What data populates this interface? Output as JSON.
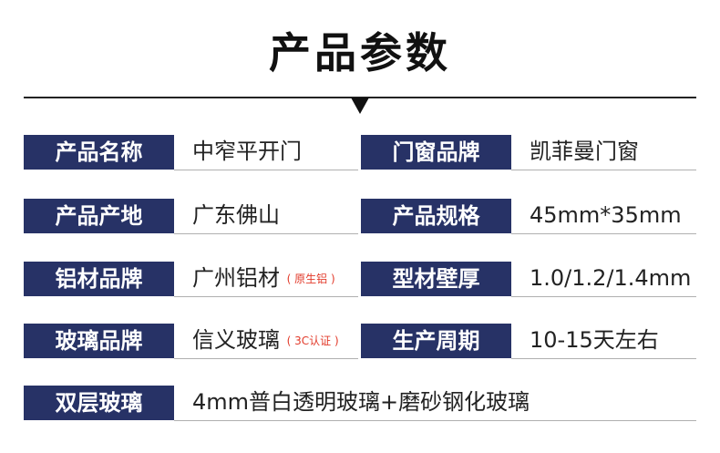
{
  "title": "产品参数",
  "rows": [
    {
      "l1": "产品名称",
      "v1": "中窄平开门",
      "l2": "门窗品牌",
      "v2": "凯菲曼门窗"
    },
    {
      "l1": "产品产地",
      "v1": "广东佛山",
      "l2": "产品规格",
      "v2": "45mm*35mm"
    },
    {
      "l1": "铝材品牌",
      "v1": "广州铝材",
      "v1_note": "( 原生铝 )",
      "l2": "型材壁厚",
      "v2": "1.0/1.2/1.4mm"
    },
    {
      "l1": "玻璃品牌",
      "v1": "信义玻璃",
      "v1_note": "( 3C认证 )",
      "l2": "生产周期",
      "v2": "10-15天左右"
    },
    {
      "l1": "双层玻璃",
      "v1": "4mm普白透明玻璃+磨砂钢化玻璃"
    }
  ]
}
